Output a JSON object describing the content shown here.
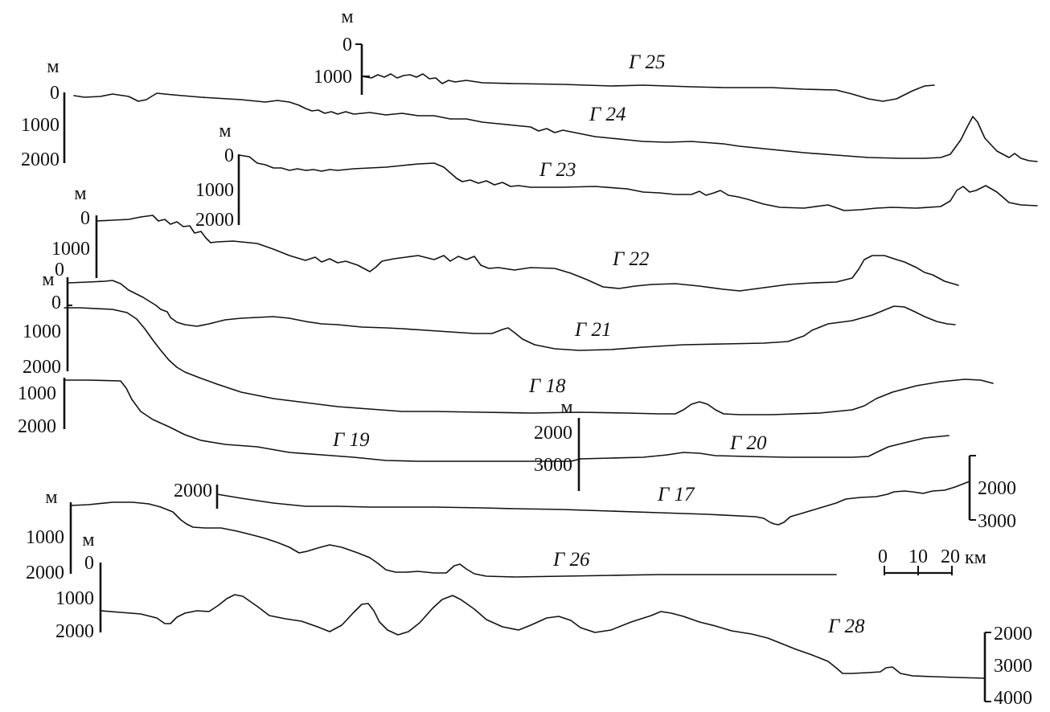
{
  "figure": {
    "depth_unit": "м",
    "scale_bar": {
      "ticks": [
        "0",
        "10",
        "20"
      ],
      "unit": "км"
    },
    "profiles": [
      {
        "id": "g25",
        "label": "Г 25"
      },
      {
        "id": "g24",
        "label": "Г 24"
      },
      {
        "id": "g23",
        "label": "Г 23"
      },
      {
        "id": "g22",
        "label": "Г 22"
      },
      {
        "id": "g21",
        "label": "Г 21"
      },
      {
        "id": "g18",
        "label": "Г 18"
      },
      {
        "id": "g19",
        "label": "Г 19"
      },
      {
        "id": "g20",
        "label": "Г 20"
      },
      {
        "id": "g17",
        "label": "Г 17"
      },
      {
        "id": "g26",
        "label": "Г 26"
      },
      {
        "id": "g28",
        "label": "Г 28"
      }
    ],
    "depth_scales": [
      {
        "id": "s25",
        "ticks": [
          "0",
          "1000"
        ]
      },
      {
        "id": "s24",
        "ticks": [
          "0",
          "1000",
          "2000"
        ]
      },
      {
        "id": "s23",
        "ticks": [
          "0",
          "1000",
          "2000"
        ]
      },
      {
        "id": "s22",
        "ticks": [
          "0",
          "1000",
          "0"
        ]
      },
      {
        "id": "s21",
        "ticks": [
          "0",
          "1000",
          "2000"
        ]
      },
      {
        "id": "s18",
        "ticks": [
          "1000",
          "2000"
        ]
      },
      {
        "id": "s20",
        "ticks": [
          "2000",
          "3000"
        ]
      },
      {
        "id": "s17l",
        "ticks": [
          "2000"
        ]
      },
      {
        "id": "s17r",
        "ticks": [
          "2000",
          "3000"
        ]
      },
      {
        "id": "s26",
        "ticks": [
          "1000",
          "2000"
        ]
      },
      {
        "id": "s28l",
        "ticks": [
          "0",
          "1000",
          "2000"
        ]
      },
      {
        "id": "s28r",
        "ticks": [
          "2000",
          "3000",
          "4000"
        ]
      }
    ]
  }
}
